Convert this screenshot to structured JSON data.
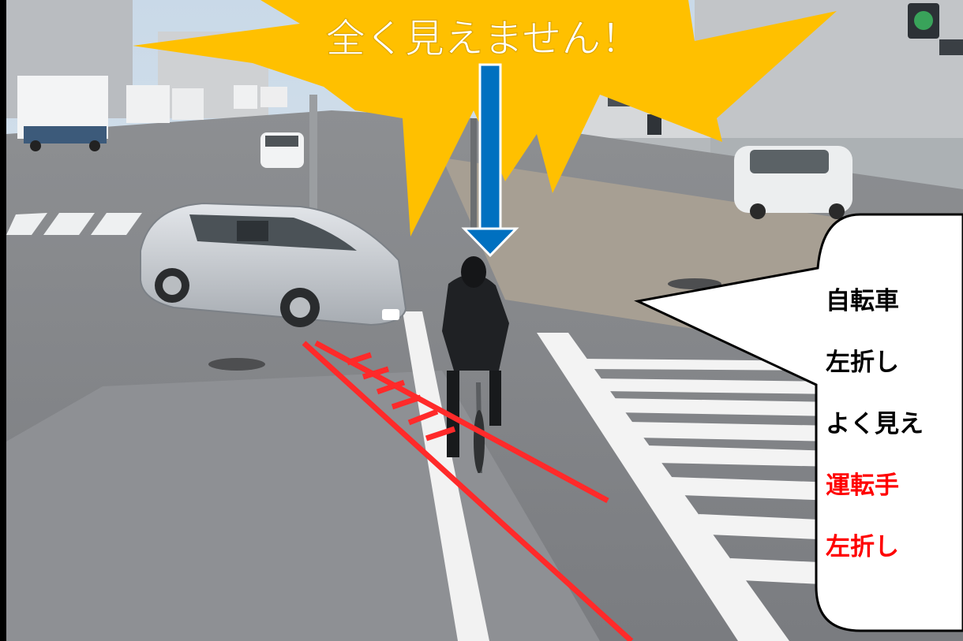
{
  "burst": {
    "text": "全く見えません！",
    "fill": "#FFC000",
    "text_color": "#FFFFFF"
  },
  "callout": {
    "lines": [
      {
        "text": "自転車",
        "color": "#000000"
      },
      {
        "text": "左折し",
        "color": "#000000"
      },
      {
        "text": "よく見え",
        "color": "#000000"
      },
      {
        "text": "運転手",
        "color": "#FF0000"
      },
      {
        "text": "左折し",
        "color": "#FF0000"
      }
    ],
    "fill": "#FFFFFF",
    "border": "#000000"
  },
  "arrow": {
    "color": "#0070C0",
    "outline": "#FFFFFF"
  },
  "path_lines": {
    "color": "#FF2A2A"
  },
  "icons": [
    "car-icon",
    "cyclist-icon",
    "traffic-signal-icon",
    "truck-icon"
  ]
}
